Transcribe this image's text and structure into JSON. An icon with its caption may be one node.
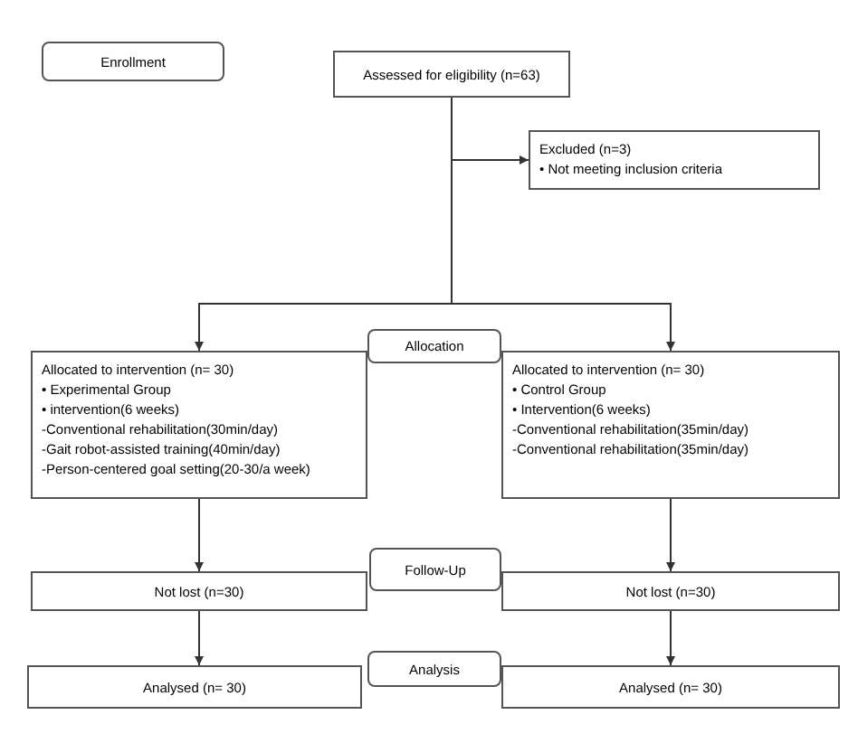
{
  "diagram": {
    "nodes": [
      {
        "text": [
          "Enrollment"
        ]
      },
      {
        "text": [
          "Assessed for eligibility (n=63)"
        ]
      },
      {
        "text": [
          "Excluded  (n=3)",
          "• Not meeting inclusion criteria"
        ]
      },
      {
        "text": [
          "Allocation"
        ]
      },
      {
        "text": [
          "Allocated to intervention (n= 30)",
          "• Experimental Group",
          "• intervention(6 weeks)",
          "-Conventional rehabilitation(30min/day)",
          "-Gait robot-assisted training(40min/day)",
          "-Person-centered goal setting(20-30/a week)"
        ]
      },
      {
        "text": [
          "Allocated to intervention (n= 30)",
          "• Control Group",
          "• Intervention(6 weeks)",
          "-Conventional rehabilitation(35min/day)",
          "-Conventional rehabilitation(35min/day)"
        ]
      },
      {
        "text": [
          "Follow-Up"
        ]
      },
      {
        "text": [
          "Not lost (n=30)"
        ]
      },
      {
        "text": [
          "Not lost (n=30)"
        ]
      },
      {
        "text": [
          "Analysis"
        ]
      },
      {
        "text": [
          "Analysed  (n= 30)"
        ]
      },
      {
        "text": [
          "Analysed  (n= 30)"
        ]
      }
    ],
    "edges": [
      {
        "from": 1,
        "to": 2,
        "arrow": "to"
      },
      {
        "from": 1,
        "to": 4,
        "arrow": "to"
      },
      {
        "from": 1,
        "to": 5,
        "arrow": "to"
      },
      {
        "from": 4,
        "to": 7,
        "arrow": "to"
      },
      {
        "from": 5,
        "to": 8,
        "arrow": "to"
      },
      {
        "from": 7,
        "to": 10,
        "arrow": "to"
      },
      {
        "from": 8,
        "to": 11,
        "arrow": "to"
      }
    ]
  }
}
